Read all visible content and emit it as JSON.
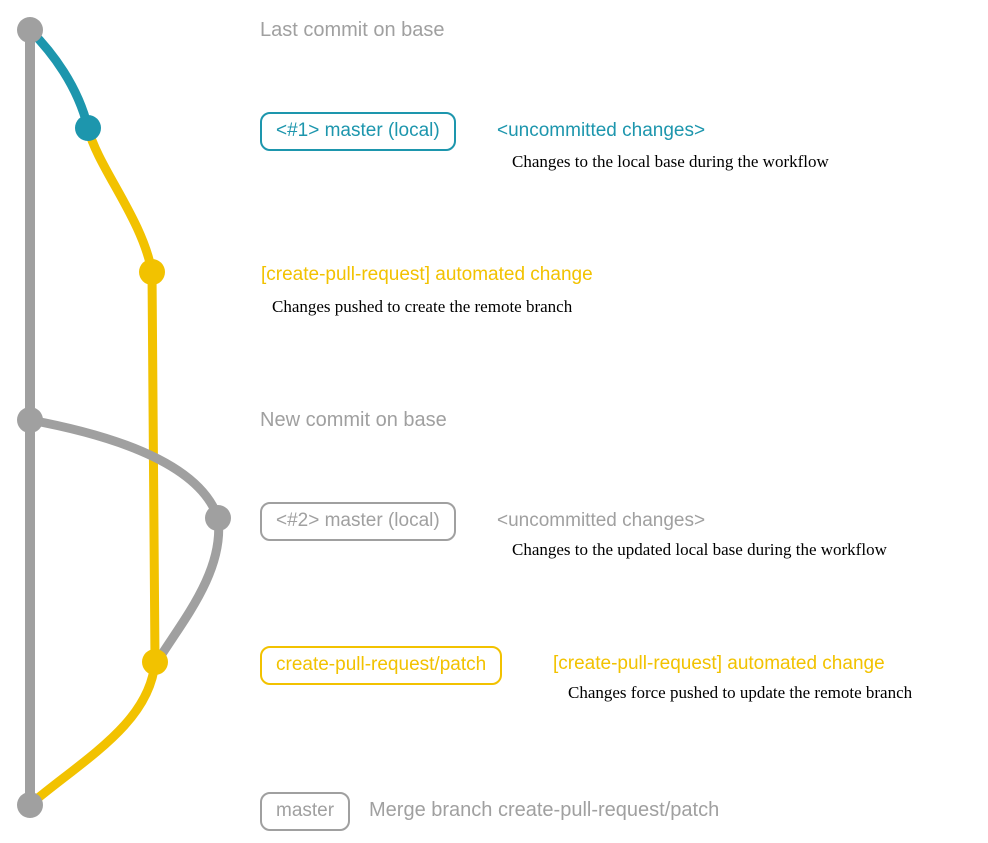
{
  "colors": {
    "gray": "#a0a0a0",
    "teal": "#1d96ad",
    "yellow": "#f2c200",
    "ink": "#000000"
  },
  "graph": {
    "commit_dots": [
      "base-top",
      "local-1",
      "patch-1",
      "base-new",
      "local-2",
      "patch-2",
      "base-merge"
    ]
  },
  "rows": {
    "last_commit": {
      "label": "Last commit on base"
    },
    "local1": {
      "badge": "<#1> master (local)",
      "title": "<uncommitted changes>",
      "desc": "Changes to the local base during the workflow"
    },
    "patch1": {
      "title": "[create-pull-request] automated change",
      "desc": "Changes pushed to create the remote branch"
    },
    "new_commit": {
      "label": "New commit on base"
    },
    "local2": {
      "badge": "<#2> master (local)",
      "title": "<uncommitted changes>",
      "desc": "Changes to the updated local base during the workflow"
    },
    "patch2": {
      "badge": "create-pull-request/patch",
      "title": "[create-pull-request] automated change",
      "desc": "Changes force pushed to update the remote branch"
    },
    "merge": {
      "badge": "master",
      "label": "Merge branch create-pull-request/patch"
    }
  }
}
